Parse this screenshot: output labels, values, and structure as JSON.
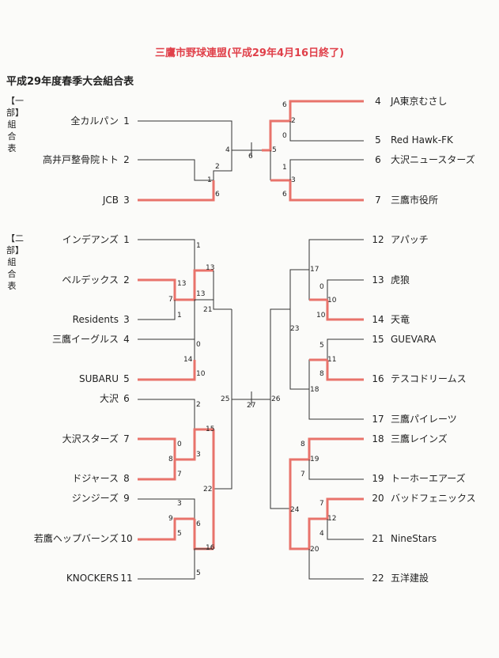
{
  "header": {
    "title": "三鷹市野球連盟(平成29年4月16日終了)",
    "subtitle": "平成29年度春季大会組合表",
    "title_color": "#e0404a"
  },
  "colors": {
    "line": "#333333",
    "winner": "#e8736b"
  },
  "division1": {
    "label": "【一部】組合表",
    "teams": [
      {
        "seed": "1",
        "name": "全カルパン"
      },
      {
        "seed": "2",
        "name": "高井戸整骨院トト"
      },
      {
        "seed": "3",
        "name": "JCB"
      },
      {
        "seed": "4",
        "name": "JA東京むさし"
      },
      {
        "seed": "5",
        "name": "Red Hawk-FK"
      },
      {
        "seed": "6",
        "name": "大沢ニュースターズ"
      },
      {
        "seed": "7",
        "name": "三鷹市役所"
      }
    ],
    "scores": {
      "s1": "4",
      "s2": "2",
      "s3": "1",
      "s4": "6",
      "sf": "6",
      "sr": "5",
      "r1": "6",
      "r2": "2",
      "r3": "0",
      "r4": "1",
      "r5": "3",
      "r6": "6"
    }
  },
  "division2": {
    "label": "【二部】組合表",
    "teams": [
      {
        "seed": "1",
        "name": "インデアンズ"
      },
      {
        "seed": "2",
        "name": "ベルデックス"
      },
      {
        "seed": "3",
        "name": "Residents"
      },
      {
        "seed": "4",
        "name": "三鷹イーグルス"
      },
      {
        "seed": "5",
        "name": "SUBARU"
      },
      {
        "seed": "6",
        "name": "大沢"
      },
      {
        "seed": "7",
        "name": "大沢スターズ"
      },
      {
        "seed": "8",
        "name": "ドジャース"
      },
      {
        "seed": "9",
        "name": "ジンジーズ"
      },
      {
        "seed": "10",
        "name": "若鷹ヘップバーンズ"
      },
      {
        "seed": "11",
        "name": "KNOCKERS"
      },
      {
        "seed": "12",
        "name": "アパッチ"
      },
      {
        "seed": "13",
        "name": "虎狼"
      },
      {
        "seed": "14",
        "name": "天竜"
      },
      {
        "seed": "15",
        "name": "GUEVARA"
      },
      {
        "seed": "16",
        "name": "テスコドリームス"
      },
      {
        "seed": "17",
        "name": "三鷹パイレーツ"
      },
      {
        "seed": "18",
        "name": "三鷹レインズ"
      },
      {
        "seed": "19",
        "name": "トーホーエアーズ"
      },
      {
        "seed": "20",
        "name": "バッドフェニックス"
      },
      {
        "seed": "21",
        "name": "NineStars"
      },
      {
        "seed": "22",
        "name": "五洋建設"
      }
    ],
    "scores": {
      "a1": "1",
      "a2": "13",
      "a3": "13",
      "a4": "7",
      "a5": "13",
      "a6": "1",
      "a7": "21",
      "b1": "0",
      "b2": "14",
      "b3": "10",
      "c1": "2",
      "c2": "15",
      "c3": "0",
      "c4": "8",
      "c5": "3",
      "c6": "7",
      "c7": "22",
      "d1": "3",
      "d2": "9",
      "d3": "5",
      "d4": "6",
      "d5": "16",
      "d6": "5",
      "fl": "25",
      "fm": "27",
      "fr": "26",
      "e1": "17",
      "e2": "0",
      "e3": "10",
      "e4": "10",
      "e5": "23",
      "f1": "5",
      "f2": "11",
      "f3": "8",
      "f4": "18",
      "g1": "8",
      "g2": "19",
      "g3": "7",
      "g4": "24",
      "h1": "7",
      "h2": "12",
      "h3": "4",
      "h4": "20"
    }
  }
}
